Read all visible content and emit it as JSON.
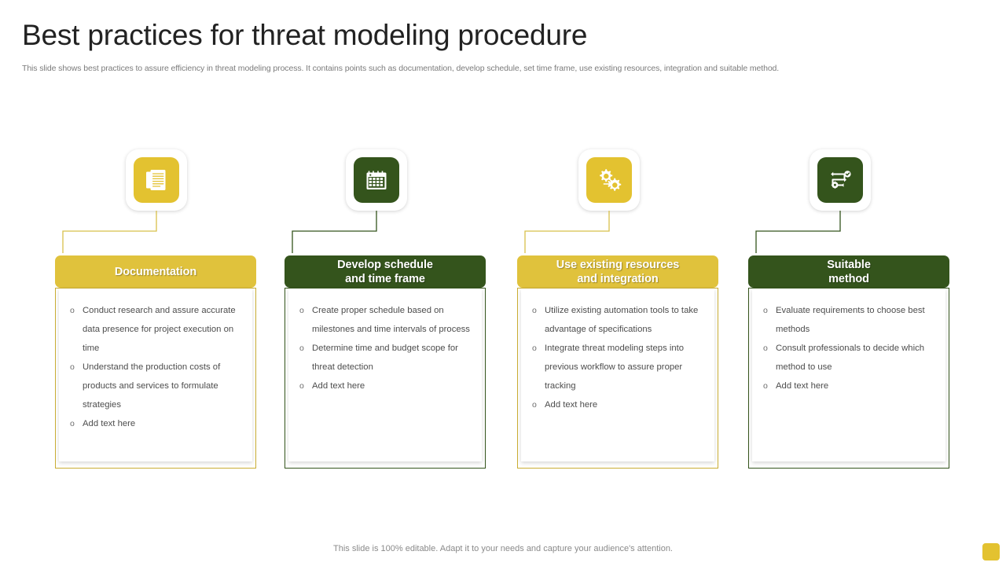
{
  "header": {
    "title": "Best practices for threat modeling procedure",
    "subtitle": "This slide shows best practices to assure efficiency in threat modeling process. It contains points such as documentation, develop schedule, set time frame, use existing resources, integration and suitable method."
  },
  "colors": {
    "yellow": "#e0c23c",
    "yellow_icon": "#e3c230",
    "green": "#34541c",
    "yellow_border": "#c9ad33",
    "text": "#4d4d4d",
    "title": "#222222",
    "subtitle": "#7c7c7c"
  },
  "columns": [
    {
      "icon": "document-pages-icon",
      "icon_theme": "yellow",
      "pill_theme": "yellow",
      "heading_lines": [
        "Documentation"
      ],
      "points": [
        "Conduct research and assure accurate data presence for project execution on time",
        "Understand the production costs of products and services to formulate strategies",
        "Add text here"
      ]
    },
    {
      "icon": "calendar-icon",
      "icon_theme": "green",
      "pill_theme": "green",
      "heading_lines": [
        "Develop schedule",
        "and time frame"
      ],
      "points": [
        "Create proper schedule based on milestones and time intervals of process",
        "Determine time and budget scope for threat detection",
        "Add text here"
      ]
    },
    {
      "icon": "gears-icon",
      "icon_theme": "yellow",
      "pill_theme": "yellow",
      "heading_lines": [
        "Use existing resources",
        "and integration"
      ],
      "points": [
        "Utilize existing automation tools to take advantage of specifications",
        "Integrate threat modeling steps into previous workflow to assure proper tracking",
        "Add text here"
      ]
    },
    {
      "icon": "workflow-check-icon",
      "icon_theme": "green",
      "pill_theme": "green",
      "heading_lines": [
        "Suitable",
        "method"
      ],
      "points": [
        "Evaluate requirements to choose best methods",
        "Consult professionals to decide which method to use",
        "Add text here"
      ]
    }
  ],
  "footer": {
    "note": "This slide is 100% editable. Adapt it to your needs and capture your audience's attention."
  }
}
